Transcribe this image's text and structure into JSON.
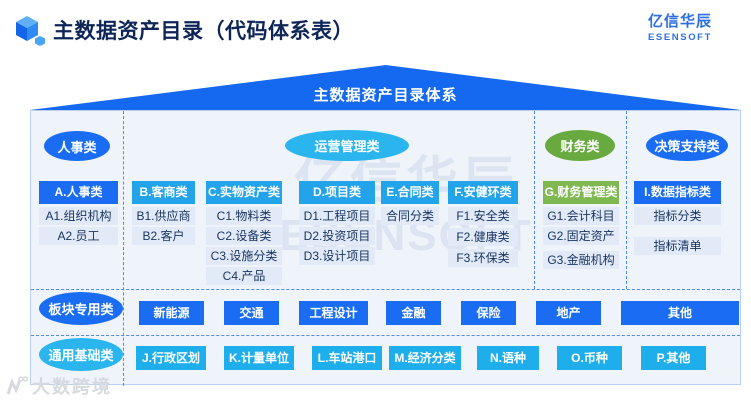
{
  "header": {
    "title": "主数据资产目录（代码体系表）",
    "brand": {
      "name": "亿信华辰",
      "sub": "ESENSOFT"
    }
  },
  "roof": {
    "label": "主数据资产目录体系"
  },
  "colors": {
    "primary_blue": "#1a6df2",
    "cyan_header": "#23a3e9",
    "cyan_pill": "#2bb5ef",
    "cyan_button": "#1faeec",
    "green_pill": "#69aa40",
    "green_header": "#7fb851",
    "item_bg": "#e2eaf7",
    "body_bg": "#eff3fa",
    "title_navy": "#0d2557",
    "brand_blue": "#2e6edf"
  },
  "groups": [
    {
      "pill": "人事类",
      "pill_style": "blue",
      "tables": [
        {
          "header": "A.人事类",
          "style": "blue",
          "items": [
            "A1.组织机构",
            "A2.员工"
          ]
        }
      ]
    },
    {
      "pill": "运营管理类",
      "pill_style": "cyan",
      "tables": [
        {
          "header": "B.客商类",
          "style": "cyan",
          "items": [
            "B1.供应商",
            "B2.客户"
          ]
        },
        {
          "header": "C.实物资产类",
          "style": "cyan",
          "items": [
            "C1.物料类",
            "C2.设备类",
            "C3.设施分类",
            "C4.产品"
          ]
        },
        {
          "header": "D.项目类",
          "style": "cyan",
          "items": [
            "D1.工程项目",
            "D2.投资项目",
            "D3.设计项目"
          ]
        },
        {
          "header": "E.合同类",
          "style": "cyan",
          "items": [
            "合同分类"
          ]
        },
        {
          "header": "F.安健环类",
          "style": "cyan",
          "items": [
            "F1.安全类",
            "F2.健康类",
            "F3.环保类"
          ]
        }
      ]
    },
    {
      "pill": "财务类",
      "pill_style": "green",
      "tables": [
        {
          "header": "G.财务管理类",
          "style": "green",
          "items": [
            "G1.会计科目",
            "G2.固定资产",
            "G3.金融机构"
          ]
        }
      ]
    },
    {
      "pill": "决策支持类",
      "pill_style": "blue",
      "tables": [
        {
          "header": "I.数据指标类",
          "style": "blue",
          "items": [
            "指标分类",
            "指标清单"
          ]
        }
      ]
    }
  ],
  "bottom_rows": [
    {
      "label": "板块专用类",
      "style": "blue",
      "buttons": [
        "新能源",
        "交通",
        "工程设计",
        "金融",
        "保险",
        "地产",
        "其他"
      ]
    },
    {
      "label": "通用基础类",
      "style": "cyan",
      "buttons": [
        "J.行政区划",
        "K.计量单位",
        "L.车站港口",
        "M.经济分类",
        "N.语种",
        "O.币种",
        "P.其他"
      ]
    }
  ],
  "watermarks": {
    "center_line1": "亿信华辰",
    "center_line2": "ESENSOFT",
    "bottom_left": "大数跨境"
  }
}
